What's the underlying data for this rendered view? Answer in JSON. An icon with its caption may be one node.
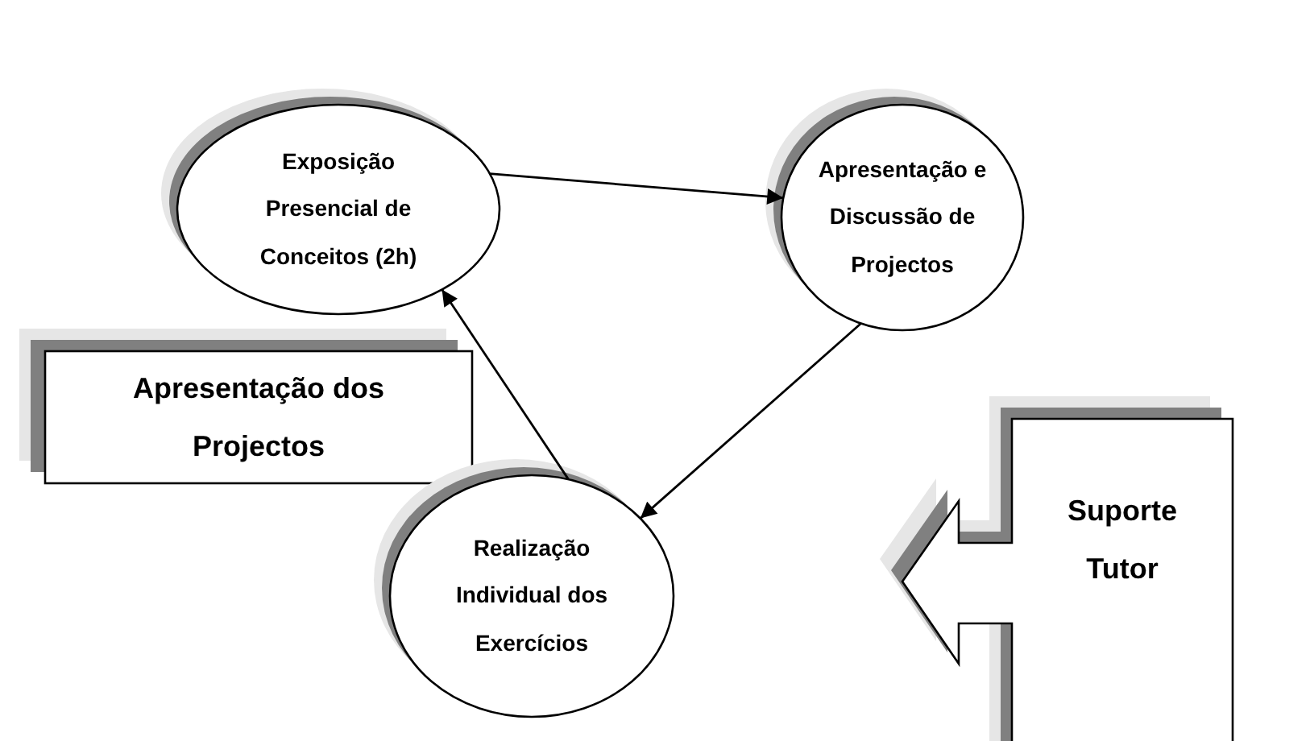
{
  "diagram": {
    "nodes": [
      {
        "text": [
          "Exposição Presencial de Conceitos (2h)"
        ]
      },
      {
        "text": [
          "Apresentação e Discussão de Projectos"
        ]
      },
      {
        "text": [
          "Apresentação dos Projectos"
        ]
      },
      {
        "text": [
          "Realização Individual dos Exercícios"
        ]
      },
      {
        "text": [
          "Suporte Tutor"
        ]
      }
    ],
    "edges": [
      {
        "from": 0,
        "to": 1,
        "arrow": "to"
      },
      {
        "from": 1,
        "to": 3,
        "arrow": "to"
      },
      {
        "from": 3,
        "to": 0,
        "arrow": "to"
      }
    ]
  }
}
